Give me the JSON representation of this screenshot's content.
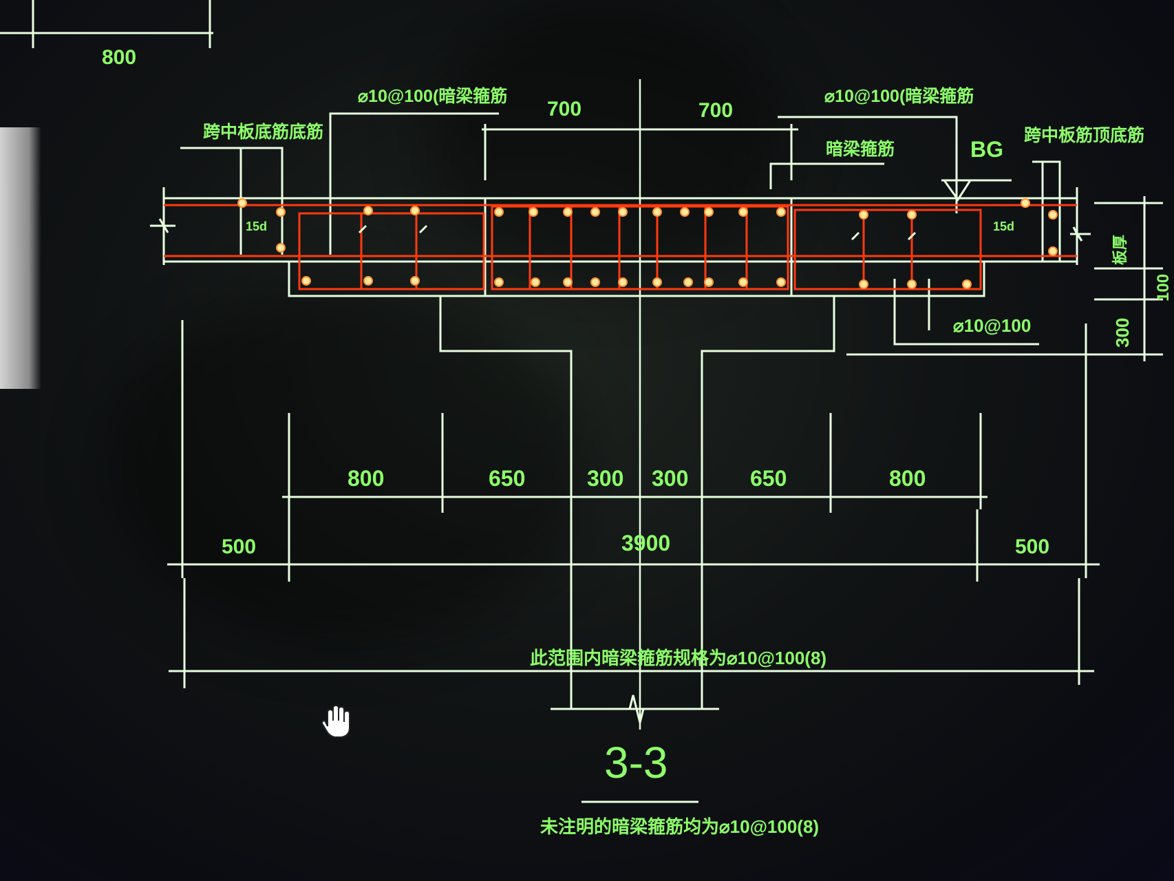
{
  "top_left_dimension": "800",
  "callouts": {
    "left_top_rebar": "⌀10@100(暗梁箍筋",
    "right_top_rebar": "⌀10@100(暗梁箍筋",
    "left_slab_note": "跨中板底筋底筋",
    "right_slab_note": "跨中板筋顶底筋",
    "dark_beam_rebar": "暗梁箍筋",
    "elevation_mark": "BG",
    "anchor_left": "15d",
    "anchor_right": "15d",
    "bottom_rebar": "⌀10@100",
    "slab_thickness": "板厚",
    "dim_100": "100",
    "dim_300": "300"
  },
  "top_dimensions": [
    "700",
    "700"
  ],
  "row1_dimensions": [
    "800",
    "650",
    "300",
    "300",
    "650",
    "800"
  ],
  "row2_dimensions": [
    "500",
    "3900",
    "500"
  ],
  "bottom_note": "此范围内暗梁箍筋规格为⌀10@100(8)",
  "section_title": "3-3",
  "footer_note": "未注明的暗梁箍筋均为⌀10@100(8)",
  "colors": {
    "line": "#e8ffe0",
    "text": "#8dff6a",
    "rebar": "#ff3a10",
    "dot": "#ffe9a0"
  }
}
